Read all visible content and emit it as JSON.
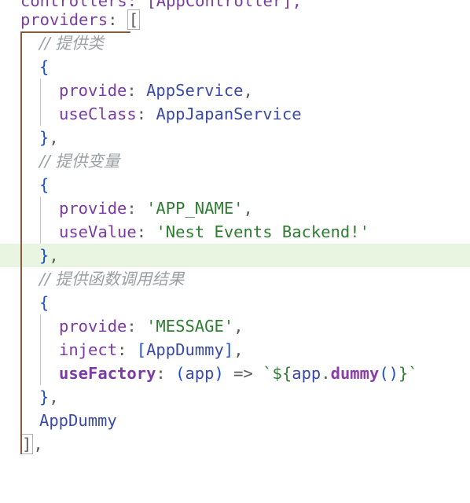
{
  "lines": [
    {
      "id": "l0",
      "parts": [
        "controllers: [AppController],"
      ]
    },
    {
      "id": "l1",
      "key": "providers",
      "colon": ":",
      "open": "["
    },
    {
      "id": "l2",
      "comment": "// 提供类"
    },
    {
      "id": "l3",
      "brace": "{"
    },
    {
      "id": "l4",
      "key": "provide",
      "colon": ":",
      "value": "AppService",
      "tail": ","
    },
    {
      "id": "l5",
      "key": "useClass",
      "colon": ":",
      "value": "AppJapanService"
    },
    {
      "id": "l6",
      "brace": "}",
      "tail": ","
    },
    {
      "id": "l7",
      "comment": "// 提供变量"
    },
    {
      "id": "l8",
      "brace": "{"
    },
    {
      "id": "l9",
      "key": "provide",
      "colon": ":",
      "value": "'APP_NAME'",
      "tail": ","
    },
    {
      "id": "l10",
      "key": "useValue",
      "colon": ":",
      "value": "'Nest Events Backend!'"
    },
    {
      "id": "l11",
      "brace": "}",
      "tail": ","
    },
    {
      "id": "l12",
      "comment": "// 提供函数调用结果"
    },
    {
      "id": "l13",
      "brace": "{"
    },
    {
      "id": "l14",
      "key": "provide",
      "colon": ":",
      "value": "'MESSAGE'",
      "tail": ","
    },
    {
      "id": "l15",
      "key": "inject",
      "colon": ":",
      "open": "[",
      "value": "AppDummy",
      "close": "]",
      "tail": ","
    },
    {
      "id": "l16",
      "key": "useFactory",
      "colon": ":",
      "p_open": "(",
      "param": "app",
      "p_close": ")",
      "arrow": "=>",
      "tpl_open": "`${",
      "obj": "app",
      "dot": ".",
      "method": "dummy",
      "call": "()",
      "tpl_close": "}`"
    },
    {
      "id": "l17",
      "brace": "}",
      "tail": ","
    },
    {
      "id": "l18",
      "value": "AppDummy"
    },
    {
      "id": "l19",
      "close": "]",
      "tail": ","
    }
  ]
}
